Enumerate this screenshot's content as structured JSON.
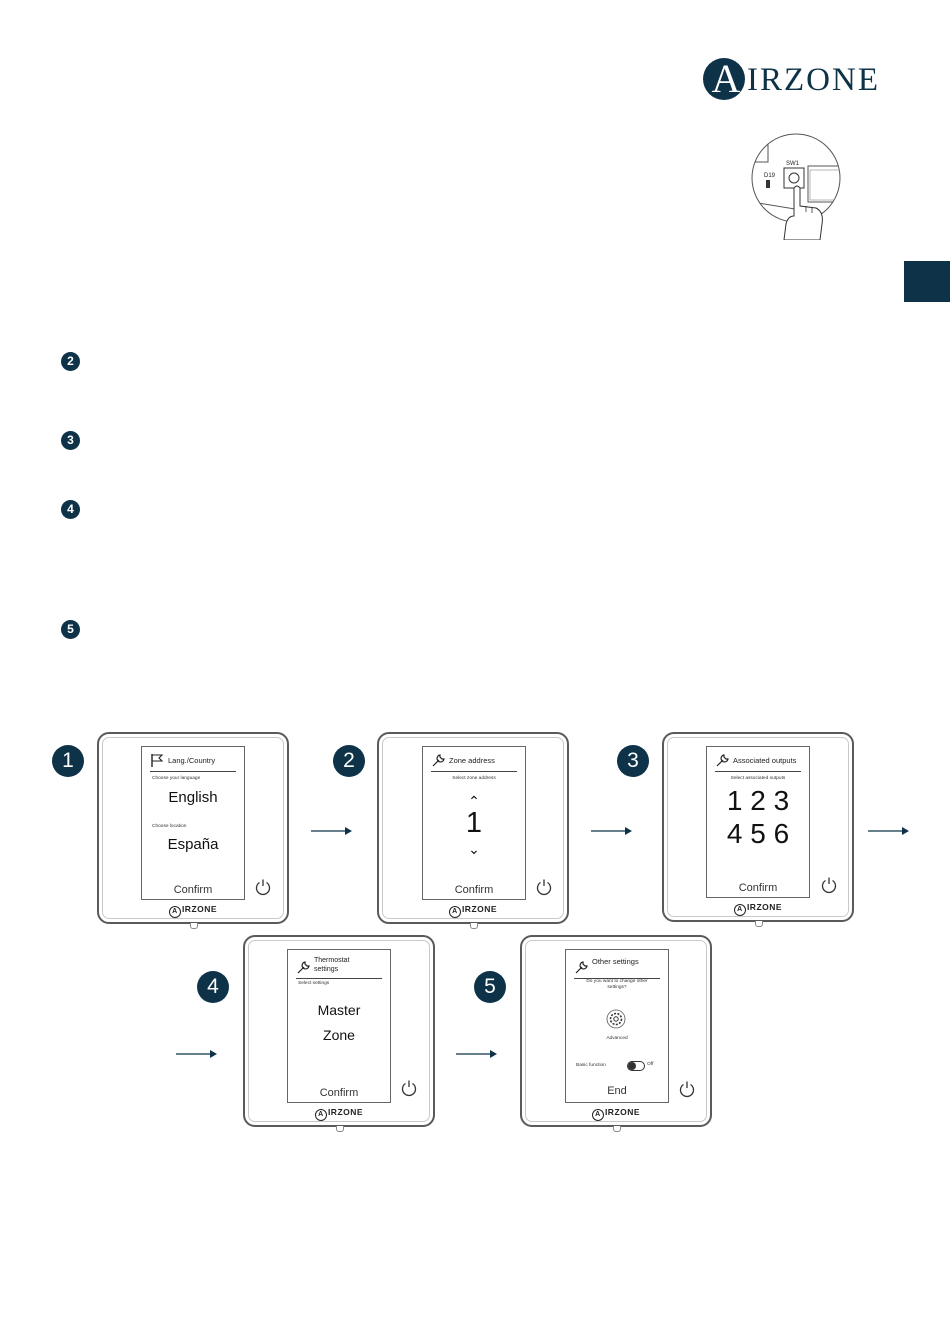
{
  "logo": {
    "initial": "A",
    "rest": "IRZONE"
  },
  "bullets": [
    "2",
    "3",
    "4",
    "5"
  ],
  "inset": {
    "led_label": "D19",
    "switch_label": "SW1"
  },
  "steps": [
    {
      "number": "1",
      "title": "Lang./Country",
      "sub1": "Choose your language",
      "value1": "English",
      "sub2": "Choose location",
      "value2": "España",
      "confirm": "Confirm",
      "brand": "IRZONE",
      "brand_initial": "A"
    },
    {
      "number": "2",
      "title": "Zone address",
      "sub1": "Select zone address",
      "value": "1",
      "up": "⌃",
      "down": "⌄",
      "confirm": "Confirm",
      "brand": "IRZONE",
      "brand_initial": "A"
    },
    {
      "number": "3",
      "title": "Associated outputs",
      "sub1": "Select associated outputs",
      "row1": "1 2 3",
      "row2": "4 5 6",
      "confirm": "Confirm",
      "brand": "IRZONE",
      "brand_initial": "A"
    },
    {
      "number": "4",
      "title_l1": "Thermostat",
      "title_l2": "settings",
      "sub1": "Select settings",
      "value1": "Master",
      "value2": "Zone",
      "confirm": "Confirm",
      "brand": "IRZONE",
      "brand_initial": "A"
    },
    {
      "number": "5",
      "title": "Other settings",
      "question_l1": "Do you want to change other",
      "question_l2": "settings?",
      "option": "Advanced",
      "basic_label": "Basic function",
      "toggle_state": "Off",
      "end": "End",
      "brand": "IRZONE",
      "brand_initial": "A"
    }
  ],
  "colors": {
    "brand": "#0e3349"
  }
}
